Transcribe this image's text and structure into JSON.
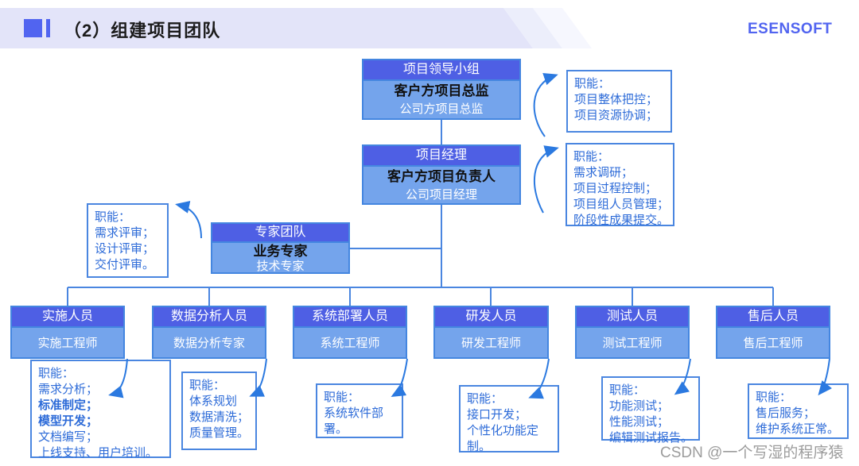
{
  "header": {
    "title": "（2）组建项目团队",
    "logo": "ESENSOFT"
  },
  "icons": {
    "title_marker": "filled-square-and-bar"
  },
  "colors": {
    "accent": "#5164f0",
    "band": "#e3e4f9",
    "box_header": "#4e5fe4",
    "box_body": "#74a4ec",
    "box_border": "#4486e0",
    "callout_border": "#4a86e0",
    "callout_text": "#2d6bd8",
    "connector": "#4a86e0",
    "arrow": "#2b79e0",
    "watermark": "#9c9c9c"
  },
  "org": {
    "leader": {
      "title": "项目领导小组",
      "line1": "客户方项目总监",
      "line2": "公司方项目总监"
    },
    "manager": {
      "title": "项目经理",
      "line1": "客户方项目负责人",
      "line2": "公司项目经理"
    },
    "expert": {
      "title": "专家团队",
      "line1": "业务专家",
      "line2": "技术专家"
    },
    "teams": [
      {
        "title": "实施人员",
        "role": "实施工程师"
      },
      {
        "title": "数据分析人员",
        "role": "数据分析专家"
      },
      {
        "title": "系统部署人员",
        "role": "系统工程师"
      },
      {
        "title": "研发人员",
        "role": "研发工程师"
      },
      {
        "title": "测试人员",
        "role": "测试工程师"
      },
      {
        "title": "售后人员",
        "role": "售后工程师"
      }
    ],
    "callouts": {
      "leader": [
        "职能：",
        "项目整体把控；",
        "项目资源协调；"
      ],
      "manager": [
        "职能：",
        "需求调研；",
        "项目过程控制；",
        "项目组人员管理；",
        "阶段性成果提交。"
      ],
      "expert": [
        "职能：",
        "需求评审；",
        "设计评审；",
        "交付评审。"
      ],
      "team0": [
        "职能：",
        "需求分析；",
        "标准制定；",
        "模型开发；",
        "文档编写；",
        "上线支持、用户培训。"
      ],
      "team1": [
        "职能：",
        "体系规划",
        "数据清洗；",
        "质量管理。"
      ],
      "team2": [
        "职能：",
        "系统软件部",
        "署。"
      ],
      "team3": [
        "职能：",
        "接口开发；",
        "个性化功能定",
        "制。"
      ],
      "team4": [
        "职能：",
        "功能测试；",
        "性能测试；",
        "编辑测试报告。"
      ],
      "team5": [
        "职能：",
        "售后服务；",
        "维护系统正常。"
      ]
    }
  },
  "watermark": "CSDN @一个写湿的程序猿"
}
